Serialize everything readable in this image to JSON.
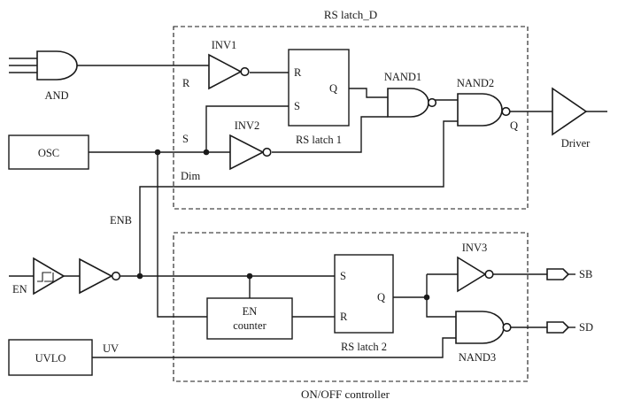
{
  "blocks": {
    "rs_latch_d": "RS latch_D",
    "onoff": "ON/OFF controller"
  },
  "gates": {
    "and": "AND",
    "inv1": "INV1",
    "inv2": "INV2",
    "inv3": "INV3",
    "nand1": "NAND1",
    "nand2": "NAND2",
    "nand3": "NAND3",
    "driver": "Driver"
  },
  "modules": {
    "osc": "OSC",
    "uvlo": "UVLO",
    "rs_latch1": "RS latch 1",
    "rs_latch2": "RS latch 2",
    "en_counter_line1": "EN",
    "en_counter_line2": "counter"
  },
  "pins": {
    "latch1_r": "R",
    "latch1_s": "S",
    "latch1_q": "Q",
    "latch2_s": "S",
    "latch2_r": "R",
    "latch2_q": "Q"
  },
  "signals": {
    "r": "R",
    "s": "S",
    "dim": "Dim",
    "enb": "ENB",
    "en": "EN",
    "uv": "UV",
    "q": "Q",
    "sb": "SB",
    "sd": "SD"
  }
}
